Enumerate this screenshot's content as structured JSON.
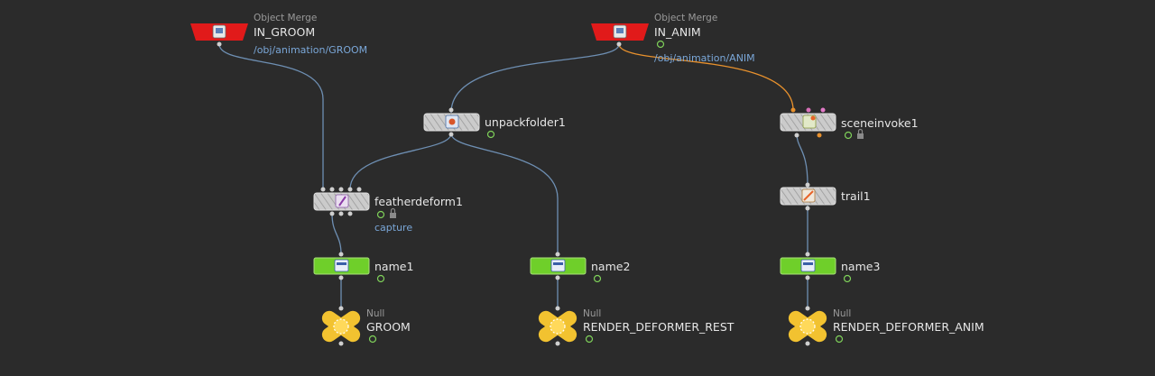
{
  "nodes": {
    "in_groom": {
      "type": "Object Merge",
      "name": "IN_GROOM",
      "path": "/obj/animation/GROOM"
    },
    "in_anim": {
      "type": "Object Merge",
      "name": "IN_ANIM",
      "path": "/obj/animation/ANIM"
    },
    "unpackfolder1": {
      "name": "unpackfolder1"
    },
    "sceneinvoke1": {
      "name": "sceneinvoke1"
    },
    "featherdeform1": {
      "name": "featherdeform1",
      "group": "capture"
    },
    "trail1": {
      "name": "trail1"
    },
    "name1": {
      "name": "name1"
    },
    "name2": {
      "name": "name2"
    },
    "name3": {
      "name": "name3"
    },
    "groom": {
      "type": "Null",
      "name": "GROOM"
    },
    "render_rest": {
      "type": "Null",
      "name": "RENDER_DEFORMER_REST"
    },
    "render_anim": {
      "type": "Null",
      "name": "RENDER_DEFORMER_ANIM"
    }
  },
  "colors": {
    "background": "#2b2b2b",
    "object_merge": "#e11a1a",
    "sop_default": "#c9c9c9",
    "name_node": "#6fcf2a",
    "null_node": "#f2c230",
    "wire": "#6e8fb3",
    "wire_selected": "#e8912d",
    "flag_display": "#7fd15a"
  }
}
